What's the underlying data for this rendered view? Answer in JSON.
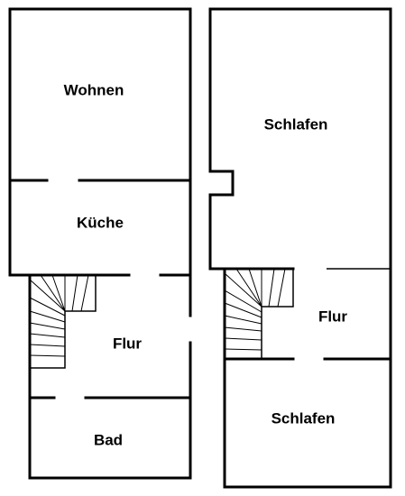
{
  "floor_left": {
    "rooms": {
      "wohnen": "Wohnen",
      "kueche": "Küche",
      "flur": "Flur",
      "bad": "Bad"
    }
  },
  "floor_right": {
    "rooms": {
      "schlafen_top": "Schlafen",
      "flur": "Flur",
      "schlafen_bottom": "Schlafen"
    }
  }
}
